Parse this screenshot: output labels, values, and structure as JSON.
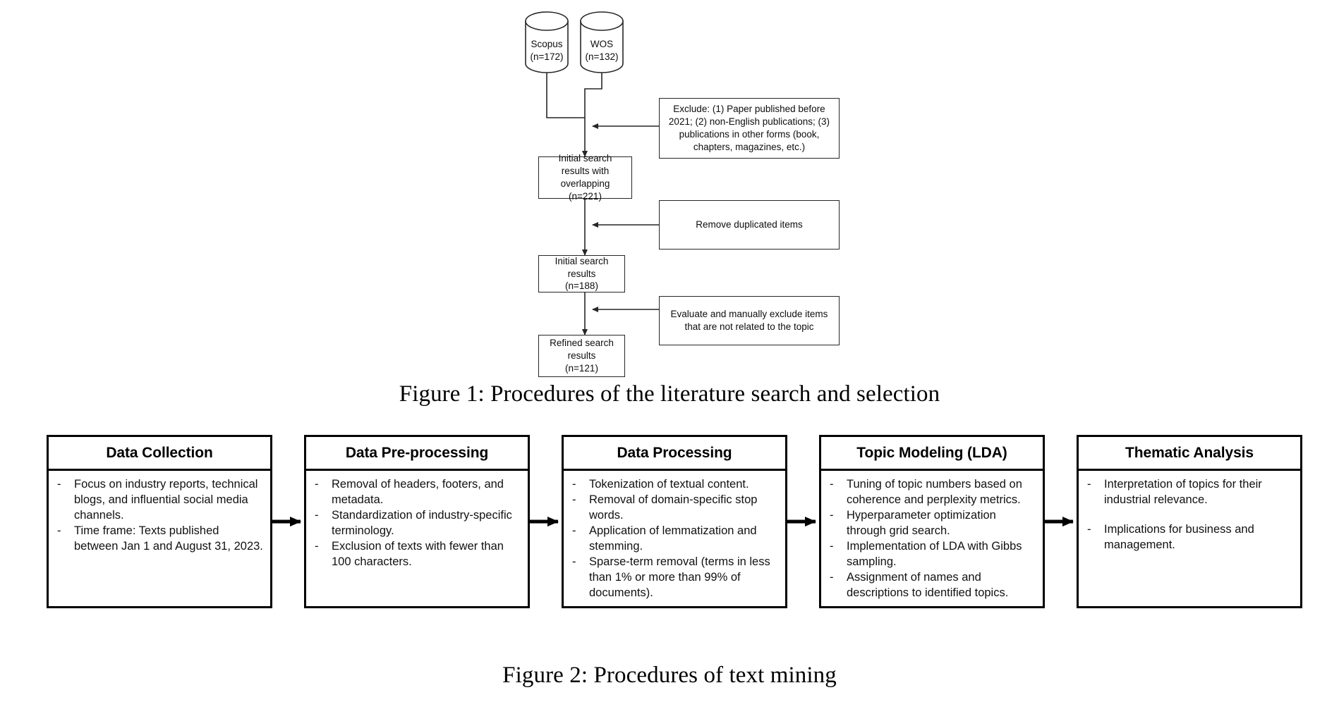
{
  "figure1": {
    "caption": "Figure 1: Procedures of the literature search and selection",
    "sources": [
      {
        "name": "Scopus",
        "count": "(n=172)"
      },
      {
        "name": "WOS",
        "count": "(n=132)"
      }
    ],
    "exclusion_note": "Exclude: (1) Paper published before 2021; (2) non-English publications; (3) publications in other forms (book, chapters, magazines, etc.)",
    "steps": [
      {
        "label": "Initial search results with overlapping",
        "count": "(n=221)"
      },
      {
        "label": "Initial search results",
        "count": "(n=188)"
      },
      {
        "label": "Refined search results",
        "count": "(n=121)"
      }
    ],
    "side_notes": [
      "Remove duplicated items",
      "Evaluate and manually exclude items that are not related to the topic"
    ]
  },
  "figure2": {
    "caption": "Figure 2: Procedures of text mining",
    "stages": [
      {
        "title": "Data Collection",
        "items": [
          "Focus on industry reports, technical blogs, and influential social media channels.",
          "Time frame: Texts published between Jan 1 and August 31, 2023."
        ]
      },
      {
        "title": "Data Pre-processing",
        "items": [
          "Removal of headers, footers, and metadata.",
          "Standardization of industry-specific terminology.",
          "Exclusion of texts with fewer than 100 characters."
        ]
      },
      {
        "title": "Data Processing",
        "items": [
          "Tokenization of textual content.",
          "Removal of domain-specific stop words.",
          "Application of lemmatization and stemming.",
          "Sparse-term removal (terms in less than 1% or more than 99% of documents)."
        ]
      },
      {
        "title": "Topic Modeling (LDA)",
        "items": [
          "Tuning of topic numbers based on coherence and perplexity metrics.",
          "Hyperparameter optimization through grid search.",
          "Implementation of LDA with Gibbs sampling.",
          "Assignment of names and descriptions to identified topics."
        ]
      },
      {
        "title": "Thematic Analysis",
        "items": [
          "Interpretation of topics for their industrial relevance.",
          "Implications for business and management."
        ]
      }
    ],
    "bullet_marker": "-"
  },
  "colors": {
    "line": "#262626",
    "stage_border": "#000000",
    "text": "#111111",
    "background": "#ffffff"
  }
}
